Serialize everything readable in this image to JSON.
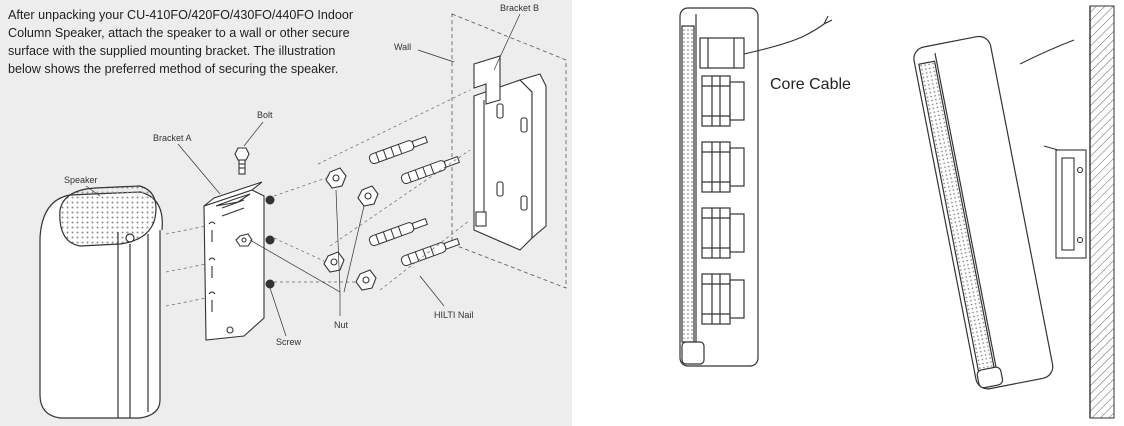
{
  "intro_text": "After unpacking your CU-410FO/420FO/430FO/440FO Indoor Column Speaker, attach the speaker to a wall or other secure surface with the supplied mounting bracket. The illustration below shows the preferred method of securing the speaker.",
  "labels": {
    "bracket_b": "Bracket B",
    "wall": "Wall",
    "bolt": "Bolt",
    "bracket_a": "Bracket A",
    "speaker": "Speaker",
    "nut": "Nut",
    "screw": "Screw",
    "hilti_nail": "HILTI Nail",
    "core_cable": "Core Cable"
  }
}
